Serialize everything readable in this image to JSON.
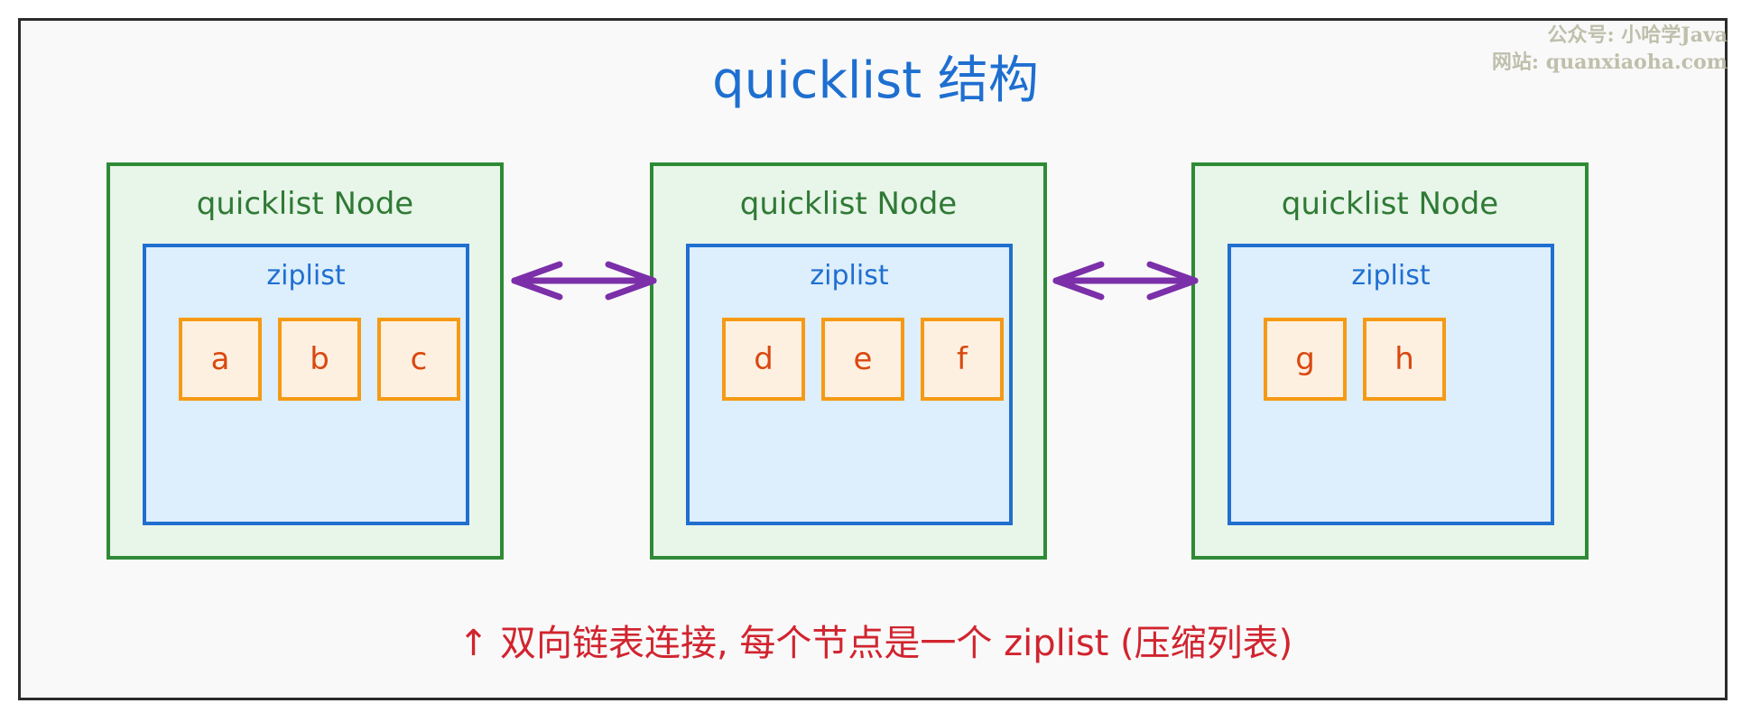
{
  "watermark": {
    "line1": "公众号: 小哈学Java",
    "line2": "网站: quanxiaoha.com"
  },
  "title": "quicklist 结构",
  "nodes": [
    {
      "label": "quicklist Node",
      "ziplist_label": "ziplist",
      "items": [
        "a",
        "b",
        "c"
      ]
    },
    {
      "label": "quicklist Node",
      "ziplist_label": "ziplist",
      "items": [
        "d",
        "e",
        "f"
      ]
    },
    {
      "label": "quicklist Node",
      "ziplist_label": "ziplist",
      "items": [
        "g",
        "h"
      ]
    }
  ],
  "links": [
    {
      "from": 0,
      "to": 1,
      "type": "bidirectional"
    },
    {
      "from": 1,
      "to": 2,
      "type": "bidirectional"
    }
  ],
  "caption": "↑ 双向链表连接, 每个节点是一个 ziplist (压缩列表)",
  "colors": {
    "title": "#1e6fd0",
    "node_border": "#2f8a36",
    "node_fill": "#e8f5e9",
    "ziplist_border": "#1f6fd0",
    "ziplist_fill": "#ddeefc",
    "item_border": "#f59a14",
    "item_fill": "#fdf0e1",
    "item_text": "#d9480f",
    "arrow": "#7b2fa8",
    "caption": "#d1242f"
  }
}
